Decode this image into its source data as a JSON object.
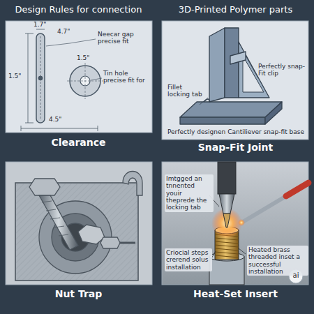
{
  "diagram": {
    "nodes": [
      {
        "text": [
          "Design Rules for connection",
          "Clearance"
        ]
      },
      {
        "text": [
          "3D-Printed Polymer parts",
          "Snap-Fit Joint"
        ]
      },
      {
        "text": [
          "Nut Trap"
        ]
      },
      {
        "text": [
          "Heat-Set Insert"
        ]
      }
    ],
    "labels": [
      "1.7\"",
      "4.7\"",
      "Neecar gap precise fit",
      "1.5\"",
      "1.5\"",
      "Tin hole precise fit for",
      "4.5\"",
      "Fillet locking tab",
      "Perfectly snap-Fit clip",
      "Perfectly designen Cantiliever snap-fit base",
      "Imtgged an tnnented youir theprede the locking tab",
      "Criocial steps crerend solus installation",
      "Heated brass threaded inset a successful installation",
      "ai"
    ]
  }
}
